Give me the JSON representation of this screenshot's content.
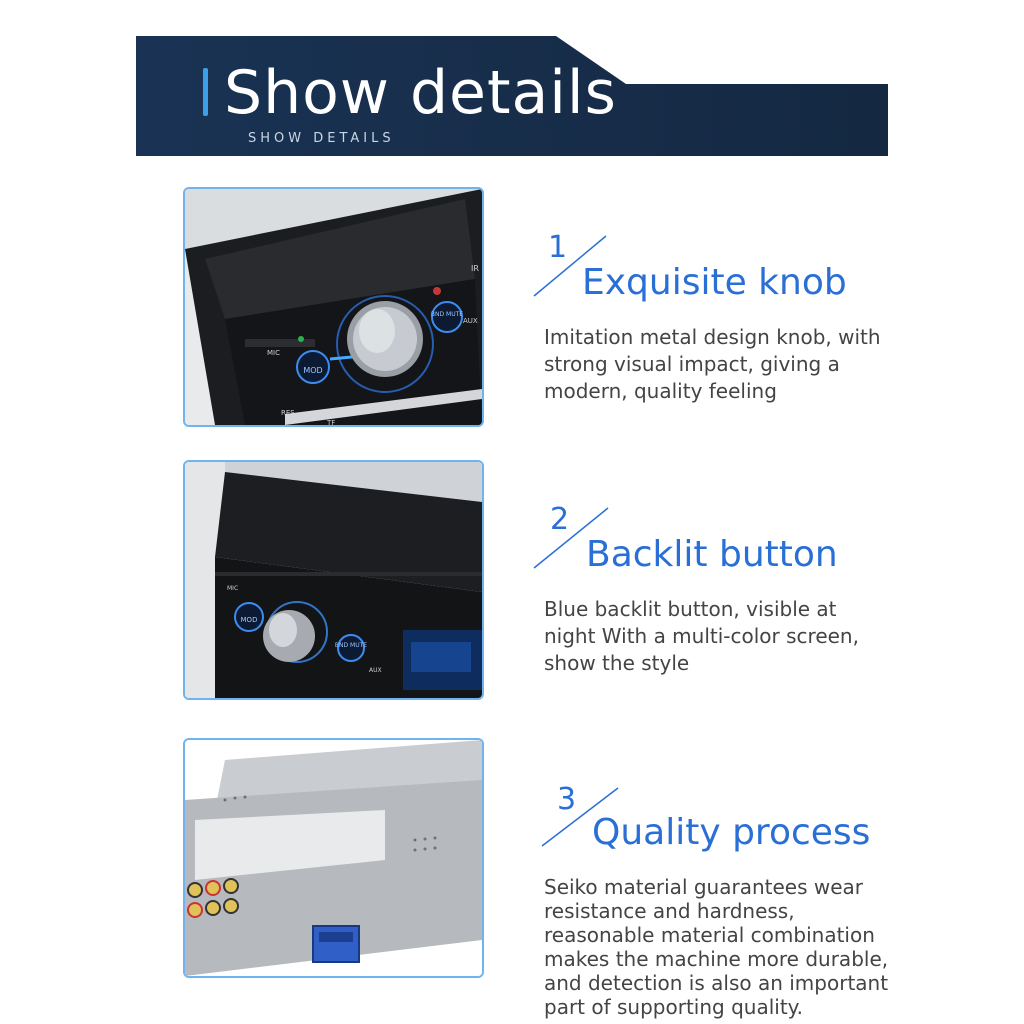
{
  "header": {
    "title": "Show details",
    "subtitle": "SHOW DETAILS"
  },
  "features": [
    {
      "number": "1",
      "title": "Exquisite knob",
      "description": "Imitation metal design knob, with strong visual impact, giving a modern, quality feeling",
      "image_labels": [
        "MIC",
        "MOD",
        "BND MUTE",
        "AUX",
        "IR",
        "RES",
        "TF"
      ]
    },
    {
      "number": "2",
      "title": "Backlit button",
      "description": "Blue backlit button, visible at night With a multi-color screen, show the style",
      "image_labels": [
        "MIC",
        "MOD",
        "BND MUTE",
        "AUX"
      ]
    },
    {
      "number": "3",
      "title": "Quality process",
      "description": "Seiko material guarantees wear resistance and hardness, reasonable material combination makes the machine more durable, and detection is also an important part of supporting quality."
    }
  ],
  "colors": {
    "banner": "#1b3350",
    "accent_blue": "#2a6fd6",
    "frame_border": "#6fb3ef",
    "text_gray": "#444444"
  }
}
